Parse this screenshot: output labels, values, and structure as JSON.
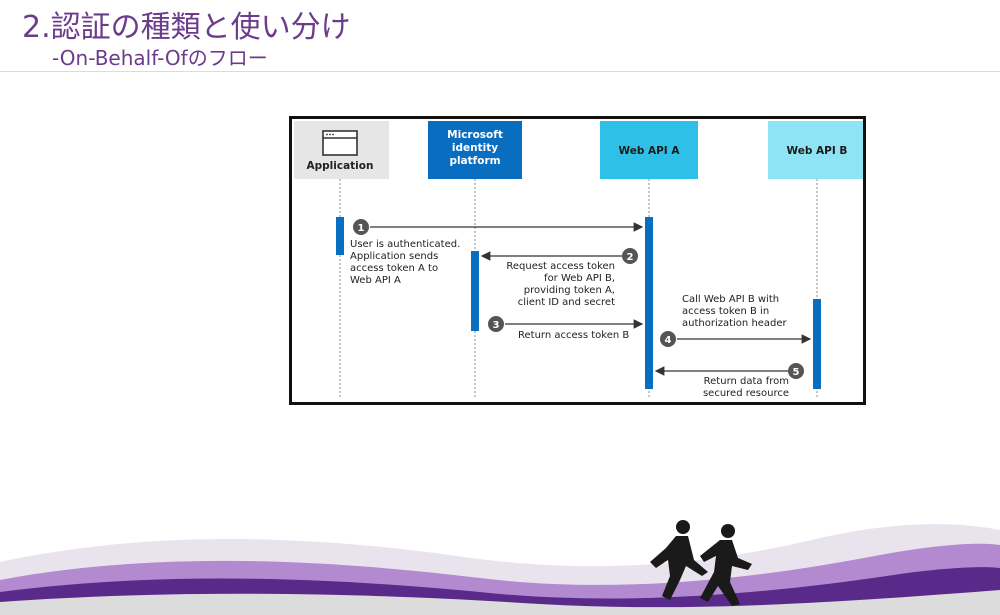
{
  "slide": {
    "title": "2.認証の種類と使い分け",
    "subtitle": "-On-Behalf-Ofのフロー"
  },
  "diagram": {
    "participants": [
      {
        "name": "Application",
        "color": "#e6e6e6",
        "text_color": "#222222"
      },
      {
        "name_lines": [
          "Microsoft",
          "identity",
          "platform"
        ],
        "color": "#0a6ec0",
        "text_color": "#ffffff"
      },
      {
        "name": "Web API A",
        "color": "#2fc0e8",
        "text_color": "#1a1a1a"
      },
      {
        "name": "Web API B",
        "color": "#8ee4f4",
        "text_color": "#1a1a1a"
      }
    ],
    "steps": [
      {
        "number": "1",
        "lines": [
          "User is authenticated.",
          "Application sends",
          "access token A to",
          "Web API A"
        ]
      },
      {
        "number": "2",
        "lines": [
          "Request access token",
          "for Web API B,",
          "providing token A,",
          "client ID and secret"
        ]
      },
      {
        "number": "3",
        "lines": [
          "Return access token B"
        ]
      },
      {
        "number": "4",
        "lines": [
          "Call Web API B with",
          "access token B in",
          "authorization header"
        ]
      },
      {
        "number": "5",
        "lines": [
          "Return data from",
          "secured resource"
        ]
      }
    ],
    "colors": {
      "activation": "#0a6ec0",
      "step_circle": "#555555",
      "arrow": "#333333"
    }
  }
}
